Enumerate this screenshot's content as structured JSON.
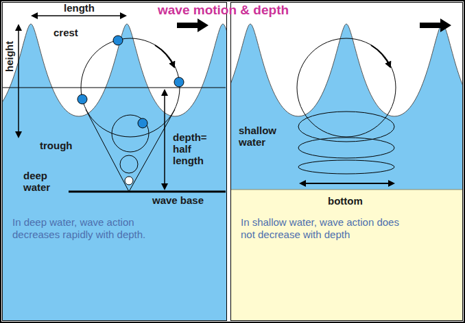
{
  "diagram": {
    "title": "wave motion & depth",
    "nodes": [
      {
        "text": [
          "In deep water, wave action decreases rapidly with depth."
        ]
      },
      {
        "text": [
          "In shallow water, wave action does not decrease with depth"
        ]
      }
    ],
    "labels": [
      "length",
      "crest",
      "height",
      "trough",
      "deep water",
      "depth= half length",
      "wave base",
      "shallow water",
      "bottom"
    ]
  }
}
